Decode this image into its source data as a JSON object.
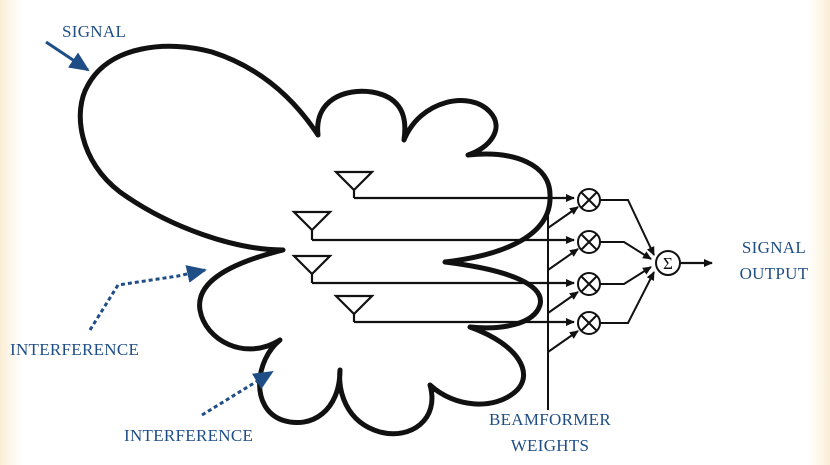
{
  "labels": {
    "signal": "SIGNAL",
    "interference_left": "INTERFERENCE",
    "interference_bottom": "INTERFERENCE",
    "beamformer_line1": "BEAMFORMER",
    "beamformer_line2": "WEIGHTS",
    "output_line1": "SIGNAL",
    "output_line2": "OUTPUT",
    "sum_symbol": "Σ"
  },
  "colors": {
    "label": "#1f4e86",
    "arrow": "#1f4e86",
    "lines": "#111111",
    "background": "#ffffff"
  },
  "elements": {
    "antenna_count": 4,
    "multiplier_count": 4,
    "summer_count": 1
  }
}
